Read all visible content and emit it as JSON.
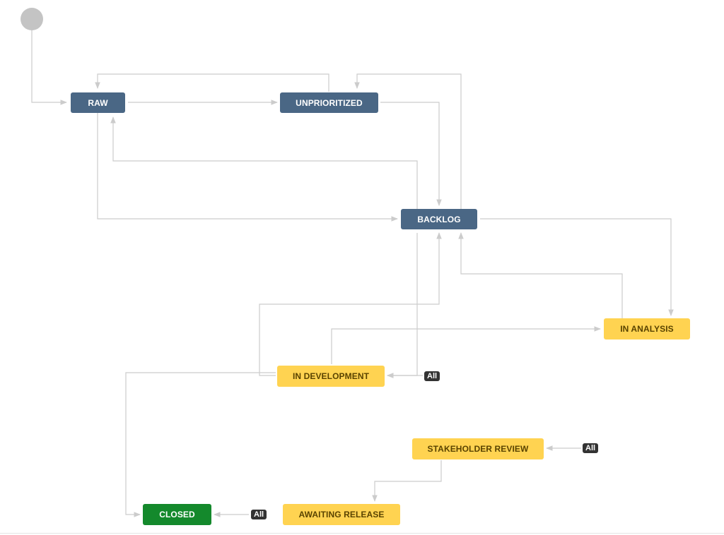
{
  "workflow": {
    "statuses": {
      "raw": "RAW",
      "unprioritized": "UNPRIORITIZED",
      "backlog": "BACKLOG",
      "in_analysis": "IN ANALYSIS",
      "in_development": "IN DEVELOPMENT",
      "stakeholder_review": "STAKEHOLDER REVIEW",
      "awaiting_release": "AWAITING RELEASE",
      "closed": "CLOSED"
    },
    "global_transition_label": "All",
    "colors": {
      "todo": "#4a6785",
      "in_progress": "#ffd351",
      "done": "#14892c",
      "connector": "#cccccc",
      "start_node": "#c4c4c4"
    }
  }
}
